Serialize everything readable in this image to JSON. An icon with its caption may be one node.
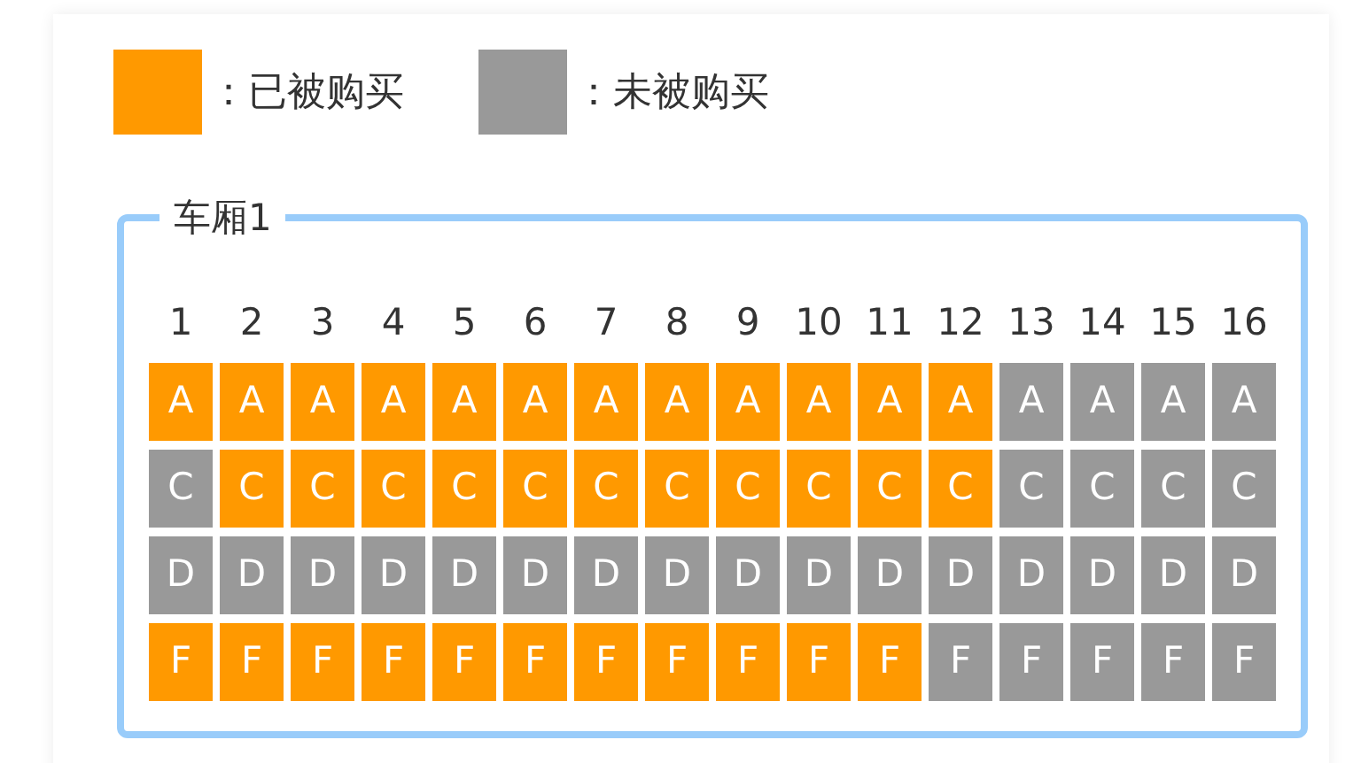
{
  "diagram": {
    "nodes": [
      {
        "text": [
          "车厢1"
        ]
      },
      {
        "text": [
          "A"
        ],
        "in": 0
      },
      {
        "text": [
          "A"
        ],
        "in": 0
      },
      {
        "text": [
          "A"
        ],
        "in": 0
      },
      {
        "text": [
          "A"
        ],
        "in": 0
      },
      {
        "text": [
          "A"
        ],
        "in": 0
      },
      {
        "text": [
          "A"
        ],
        "in": 0
      },
      {
        "text": [
          "A"
        ],
        "in": 0
      },
      {
        "text": [
          "A"
        ],
        "in": 0
      },
      {
        "text": [
          "A"
        ],
        "in": 0
      },
      {
        "text": [
          "A"
        ],
        "in": 0
      },
      {
        "text": [
          "A"
        ],
        "in": 0
      },
      {
        "text": [
          "A"
        ],
        "in": 0
      },
      {
        "text": [
          "A"
        ],
        "in": 0
      },
      {
        "text": [
          "A"
        ],
        "in": 0
      },
      {
        "text": [
          "A"
        ],
        "in": 0
      },
      {
        "text": [
          "A"
        ],
        "in": 0
      },
      {
        "text": [
          "C"
        ],
        "in": 0
      },
      {
        "text": [
          "C"
        ],
        "in": 0
      },
      {
        "text": [
          "C"
        ],
        "in": 0
      },
      {
        "text": [
          "C"
        ],
        "in": 0
      },
      {
        "text": [
          "C"
        ],
        "in": 0
      },
      {
        "text": [
          "C"
        ],
        "in": 0
      },
      {
        "text": [
          "C"
        ],
        "in": 0
      },
      {
        "text": [
          "C"
        ],
        "in": 0
      },
      {
        "text": [
          "C"
        ],
        "in": 0
      },
      {
        "text": [
          "C"
        ],
        "in": 0
      },
      {
        "text": [
          "C"
        ],
        "in": 0
      },
      {
        "text": [
          "C"
        ],
        "in": 0
      },
      {
        "text": [
          "C"
        ],
        "in": 0
      },
      {
        "text": [
          "C"
        ],
        "in": 0
      },
      {
        "text": [
          "C"
        ],
        "in": 0
      },
      {
        "text": [
          "C"
        ],
        "in": 0
      },
      {
        "text": [
          "D"
        ],
        "in": 0
      },
      {
        "text": [
          "D"
        ],
        "in": 0
      },
      {
        "text": [
          "D"
        ],
        "in": 0
      },
      {
        "text": [
          "D"
        ],
        "in": 0
      },
      {
        "text": [
          "D"
        ],
        "in": 0
      },
      {
        "text": [
          "D"
        ],
        "in": 0
      },
      {
        "text": [
          "D"
        ],
        "in": 0
      },
      {
        "text": [
          "D"
        ],
        "in": 0
      },
      {
        "text": [
          "D"
        ],
        "in": 0
      },
      {
        "text": [
          "D"
        ],
        "in": 0
      },
      {
        "text": [
          "D"
        ],
        "in": 0
      },
      {
        "text": [
          "D"
        ],
        "in": 0
      },
      {
        "text": [
          "D"
        ],
        "in": 0
      },
      {
        "text": [
          "D"
        ],
        "in": 0
      },
      {
        "text": [
          "D"
        ],
        "in": 0
      },
      {
        "text": [
          "D"
        ],
        "in": 0
      },
      {
        "text": [
          "F"
        ],
        "in": 0
      },
      {
        "text": [
          "F"
        ],
        "in": 0
      },
      {
        "text": [
          "F"
        ],
        "in": 0
      },
      {
        "text": [
          "F"
        ],
        "in": 0
      },
      {
        "text": [
          "F"
        ],
        "in": 0
      },
      {
        "text": [
          "F"
        ],
        "in": 0
      },
      {
        "text": [
          "F"
        ],
        "in": 0
      },
      {
        "text": [
          "F"
        ],
        "in": 0
      },
      {
        "text": [
          "F"
        ],
        "in": 0
      },
      {
        "text": [
          "F"
        ],
        "in": 0
      },
      {
        "text": [
          "F"
        ],
        "in": 0
      },
      {
        "text": [
          "F"
        ],
        "in": 0
      },
      {
        "text": [
          "F"
        ],
        "in": 0
      },
      {
        "text": [
          "F"
        ],
        "in": 0
      },
      {
        "text": [
          "F"
        ],
        "in": 0
      },
      {
        "text": [
          "F"
        ],
        "in": 0
      }
    ],
    "labels": [
      "1",
      "2",
      "3",
      "4",
      "5",
      "6",
      "7",
      "8",
      "9",
      "10",
      "11",
      "12",
      "13",
      "14",
      "15",
      "16"
    ],
    "legend": [
      {
        "text": "：已被购买",
        "color": "#ff9900"
      },
      {
        "text": "：未被购买",
        "color": "#999999"
      }
    ]
  }
}
